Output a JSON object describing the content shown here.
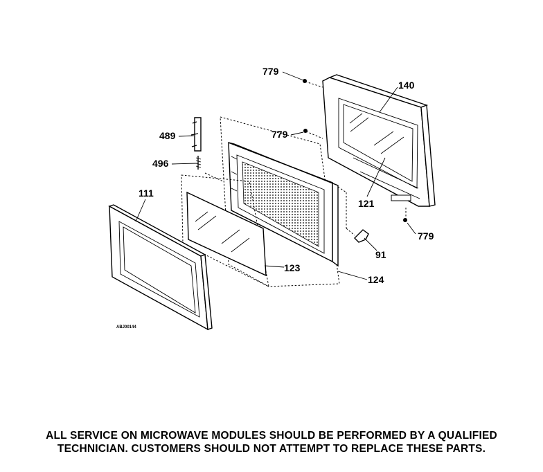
{
  "callouts": {
    "c779_top": "779",
    "c140": "140",
    "c779_mid": "779",
    "c489": "489",
    "c496": "496",
    "c111": "111",
    "c121": "121",
    "c91": "91",
    "c779_right": "779",
    "c123": "123",
    "c124": "124"
  },
  "drawing_code": "ABJ00144",
  "notice": {
    "line1": "ALL SERVICE ON MICROWAVE MODULES SHOULD BE PERFORMED BY A QUALIFIED",
    "line2": "TECHNICIAN.  CUSTOMERS SHOULD NOT ATTEMPT TO REPLACE THESE  PARTS."
  }
}
